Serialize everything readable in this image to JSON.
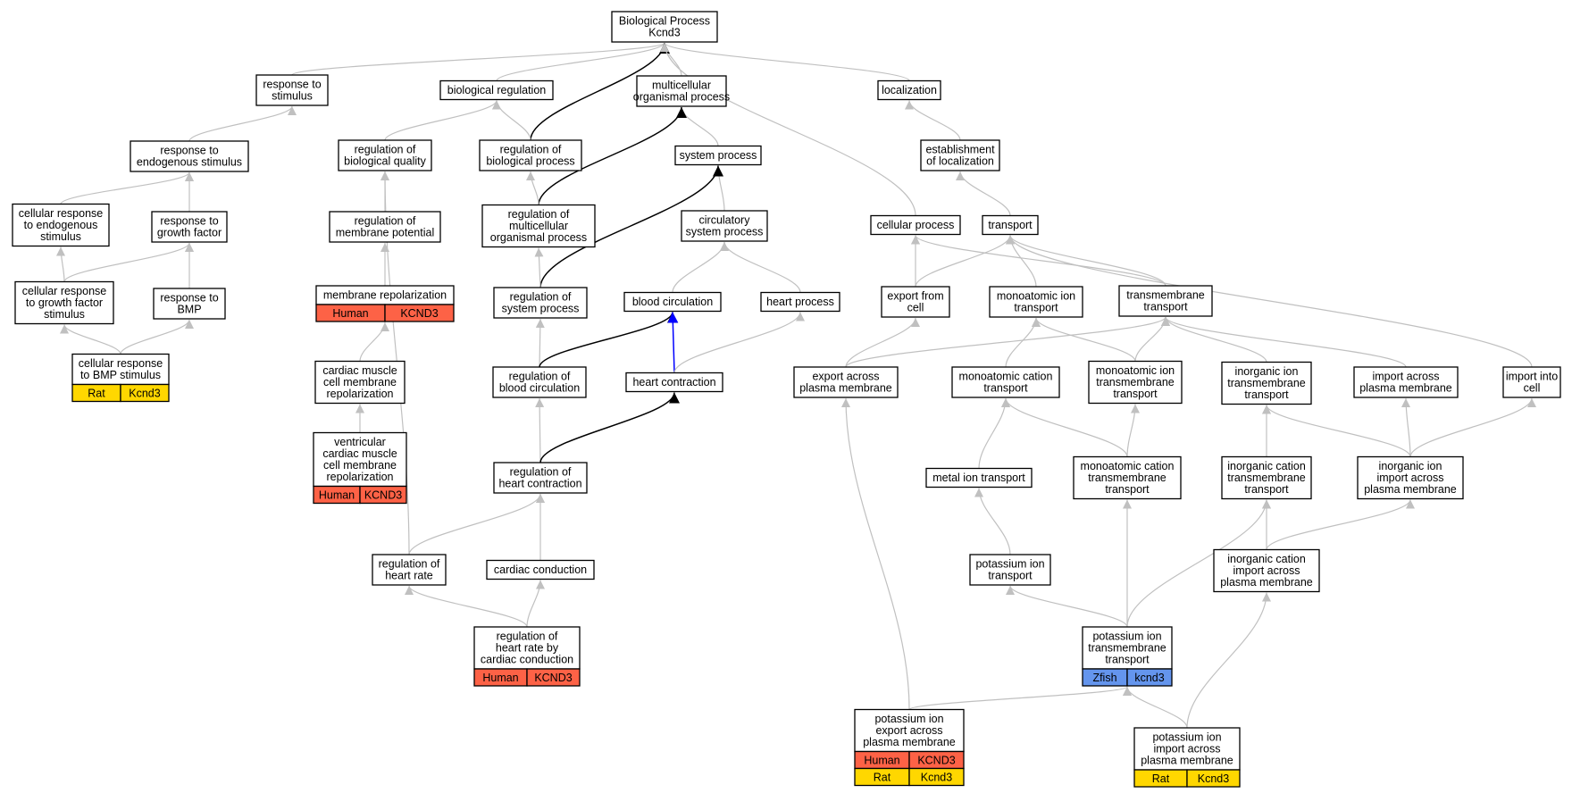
{
  "colors": {
    "edge_gray": "#c0c0c0",
    "edge_black": "#000000",
    "edge_blue": "#0000ff",
    "human": "#fd6246",
    "rat": "#ffd700",
    "zfish": "#6495ed"
  },
  "nodes": {
    "bp": {
      "label": [
        "Biological Process",
        "Kcnd3"
      ]
    },
    "rts": {
      "label": [
        "response to",
        "stimulus"
      ]
    },
    "breg": {
      "label": [
        "biological regulation"
      ]
    },
    "mop": {
      "label": [
        "multicellular",
        "organismal process"
      ]
    },
    "loc": {
      "label": [
        "localization"
      ]
    },
    "rtes": {
      "label": [
        "response to",
        "endogenous stimulus"
      ]
    },
    "rbq": {
      "label": [
        "regulation of",
        "biological quality"
      ]
    },
    "rbp": {
      "label": [
        "regulation of",
        "biological process"
      ]
    },
    "sysp": {
      "label": [
        "system process"
      ]
    },
    "estloc": {
      "label": [
        "establishment",
        "of localization"
      ]
    },
    "crtes": {
      "label": [
        "cellular response",
        "to endogenous",
        "stimulus"
      ]
    },
    "rtgf": {
      "label": [
        "response to",
        "growth factor"
      ]
    },
    "rmp": {
      "label": [
        "regulation of",
        "membrane potential"
      ]
    },
    "rmop": {
      "label": [
        "regulation of",
        "multicellular",
        "organismal process"
      ]
    },
    "circsys": {
      "label": [
        "circulatory",
        "system process"
      ]
    },
    "cellp": {
      "label": [
        "cellular process"
      ]
    },
    "transport": {
      "label": [
        "transport"
      ]
    },
    "crtgf": {
      "label": [
        "cellular response",
        "to growth factor",
        "stimulus"
      ]
    },
    "rtbmp": {
      "label": [
        "response to",
        "BMP"
      ]
    },
    "memrepol": {
      "label": [
        "membrane repolarization"
      ],
      "species": [
        {
          "name": "Human",
          "gene": "KCND3"
        }
      ]
    },
    "rsp": {
      "label": [
        "regulation of",
        "system process"
      ]
    },
    "bloodcirc": {
      "label": [
        "blood circulation"
      ]
    },
    "heartproc": {
      "label": [
        "heart process"
      ]
    },
    "expcell": {
      "label": [
        "export from",
        "cell"
      ]
    },
    "mait": {
      "label": [
        "monoatomic ion",
        "transport"
      ]
    },
    "tmt": {
      "label": [
        "transmembrane",
        "transport"
      ]
    },
    "crbmp": {
      "label": [
        "cellular response",
        "to BMP stimulus"
      ],
      "species": [
        {
          "name": "Rat",
          "gene": "Kcnd3"
        }
      ]
    },
    "cmcmr": {
      "label": [
        "cardiac muscle",
        "cell membrane",
        "repolarization"
      ]
    },
    "rbc": {
      "label": [
        "regulation of",
        "blood circulation"
      ]
    },
    "hc": {
      "label": [
        "heart contraction"
      ]
    },
    "eapm": {
      "label": [
        "export across",
        "plasma membrane"
      ]
    },
    "mact": {
      "label": [
        "monoatomic cation",
        "transport"
      ]
    },
    "maitt": {
      "label": [
        "monoatomic ion",
        "transmembrane",
        "transport"
      ]
    },
    "iitt": {
      "label": [
        "inorganic ion",
        "transmembrane",
        "transport"
      ]
    },
    "iapm": {
      "label": [
        "import across",
        "plasma membrane"
      ]
    },
    "iic": {
      "label": [
        "import into",
        "cell"
      ]
    },
    "vcmcmr": {
      "label": [
        "ventricular",
        "cardiac muscle",
        "cell membrane",
        "repolarization"
      ],
      "species": [
        {
          "name": "Human",
          "gene": "KCND3"
        }
      ]
    },
    "rhc": {
      "label": [
        "regulation of",
        "heart contraction"
      ]
    },
    "mit": {
      "label": [
        "metal ion transport"
      ]
    },
    "macttt": {
      "label": [
        "monoatomic cation",
        "transmembrane",
        "transport"
      ]
    },
    "icttt": {
      "label": [
        "inorganic cation",
        "transmembrane",
        "transport"
      ]
    },
    "iiiapm": {
      "label": [
        "inorganic ion",
        "import across",
        "plasma membrane"
      ]
    },
    "rhr": {
      "label": [
        "regulation of",
        "heart rate"
      ]
    },
    "cc": {
      "label": [
        "cardiac conduction"
      ]
    },
    "kit": {
      "label": [
        "potassium ion",
        "transport"
      ]
    },
    "iciapm": {
      "label": [
        "inorganic cation",
        "import across",
        "plasma membrane"
      ]
    },
    "rhrcc": {
      "label": [
        "regulation of",
        "heart rate by",
        "cardiac conduction"
      ],
      "species": [
        {
          "name": "Human",
          "gene": "KCND3"
        }
      ]
    },
    "kitt": {
      "label": [
        "potassium ion",
        "transmembrane",
        "transport"
      ],
      "species": [
        {
          "name": "Zfish",
          "gene": "kcnd3"
        }
      ]
    },
    "keapm": {
      "label": [
        "potassium ion",
        "export across",
        "plasma membrane"
      ],
      "species": [
        {
          "name": "Human",
          "gene": "KCND3"
        },
        {
          "name": "Rat",
          "gene": "Kcnd3"
        }
      ]
    },
    "kiapm": {
      "label": [
        "potassium ion",
        "import across",
        "plasma membrane"
      ],
      "species": [
        {
          "name": "Rat",
          "gene": "Kcnd3"
        }
      ]
    }
  }
}
